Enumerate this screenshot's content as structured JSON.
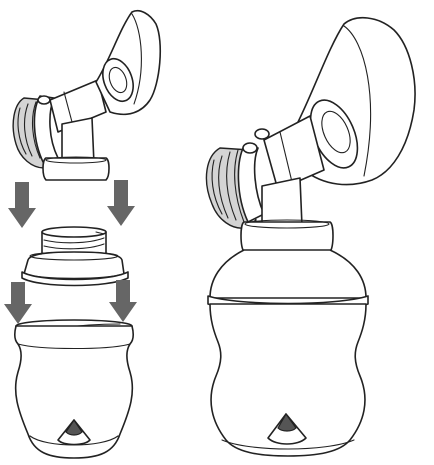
{
  "illustration": {
    "arrow_color": "#666666",
    "line_color": "#222222",
    "fill_color": "#ffffff",
    "parts": [
      "breast-shield-funnel",
      "pump-body",
      "valve-membrane",
      "connector-collar",
      "threaded-adapter-ring",
      "bottle",
      "bottle-teat-valve"
    ]
  }
}
